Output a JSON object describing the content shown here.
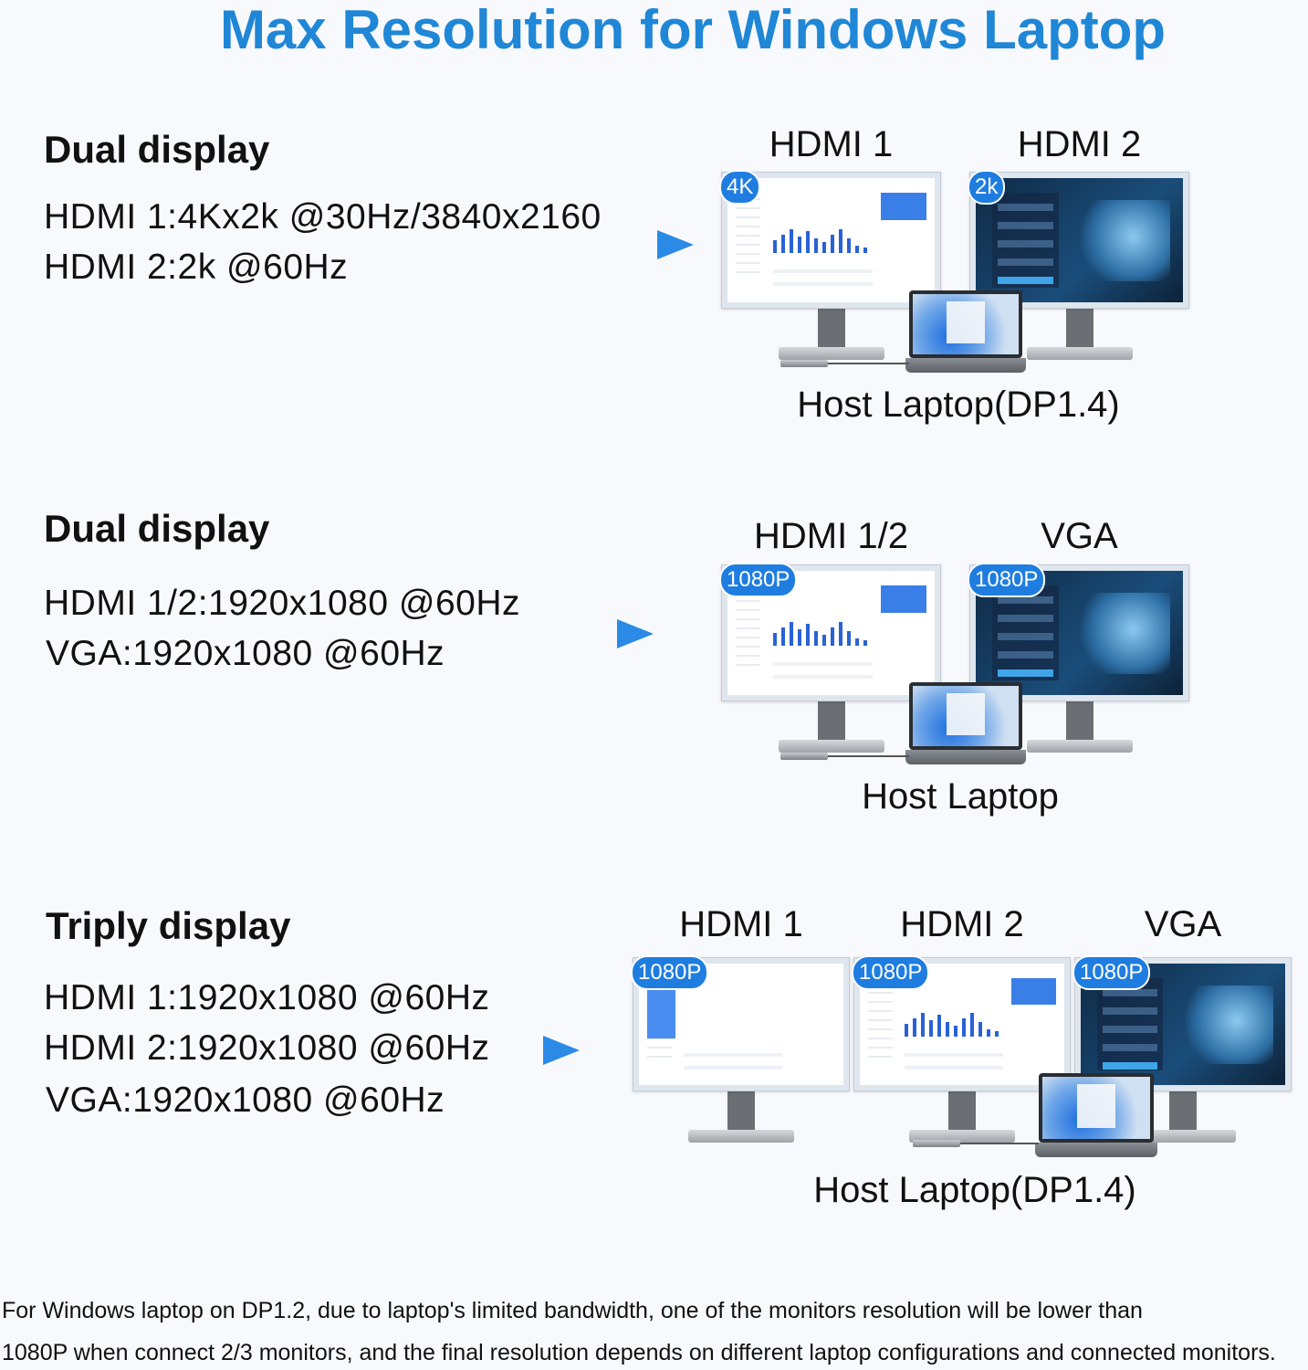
{
  "title": "Max Resolution for Windows Laptop",
  "accent_color": "#1f87d6",
  "sections": [
    {
      "heading": "Dual display",
      "specs": [
        "HDMI 1:4Kx2k @30Hz/3840x2160",
        "HDMI 2:2k @60Hz"
      ],
      "host_label": "Host Laptop(DP1.4)",
      "monitors": [
        {
          "port": "HDMI 1",
          "badge": "4K",
          "screen_theme": "dashboard"
        },
        {
          "port": "HDMI 2",
          "badge": "2k",
          "screen_theme": "dark"
        }
      ]
    },
    {
      "heading": "Dual display",
      "specs": [
        "HDMI 1/2:1920x1080 @60Hz",
        "VGA:1920x1080 @60Hz"
      ],
      "host_label": "Host Laptop",
      "monitors": [
        {
          "port": "HDMI 1/2",
          "badge": "1080P",
          "screen_theme": "dashboard"
        },
        {
          "port": "VGA",
          "badge": "1080P",
          "screen_theme": "dark"
        }
      ]
    },
    {
      "heading": "Triply display",
      "specs": [
        "HDMI 1:1920x1080 @60Hz",
        "HDMI 2:1920x1080 @60Hz",
        "VGA:1920x1080 @60Hz"
      ],
      "host_label": "Host Laptop(DP1.4)",
      "monitors": [
        {
          "port": "HDMI 1",
          "badge": "1080P",
          "screen_theme": "tasks"
        },
        {
          "port": "HDMI 2",
          "badge": "1080P",
          "screen_theme": "dashboard"
        },
        {
          "port": "VGA",
          "badge": "1080P",
          "screen_theme": "dark"
        }
      ]
    }
  ],
  "footer": [
    "For Windows laptop on DP1.2, due to laptop's limited bandwidth, one of the monitors resolution  will be lower than",
    "1080P when connect  2/3 monitors, and the final resolution depends on different laptop configurations and connected monitors."
  ]
}
